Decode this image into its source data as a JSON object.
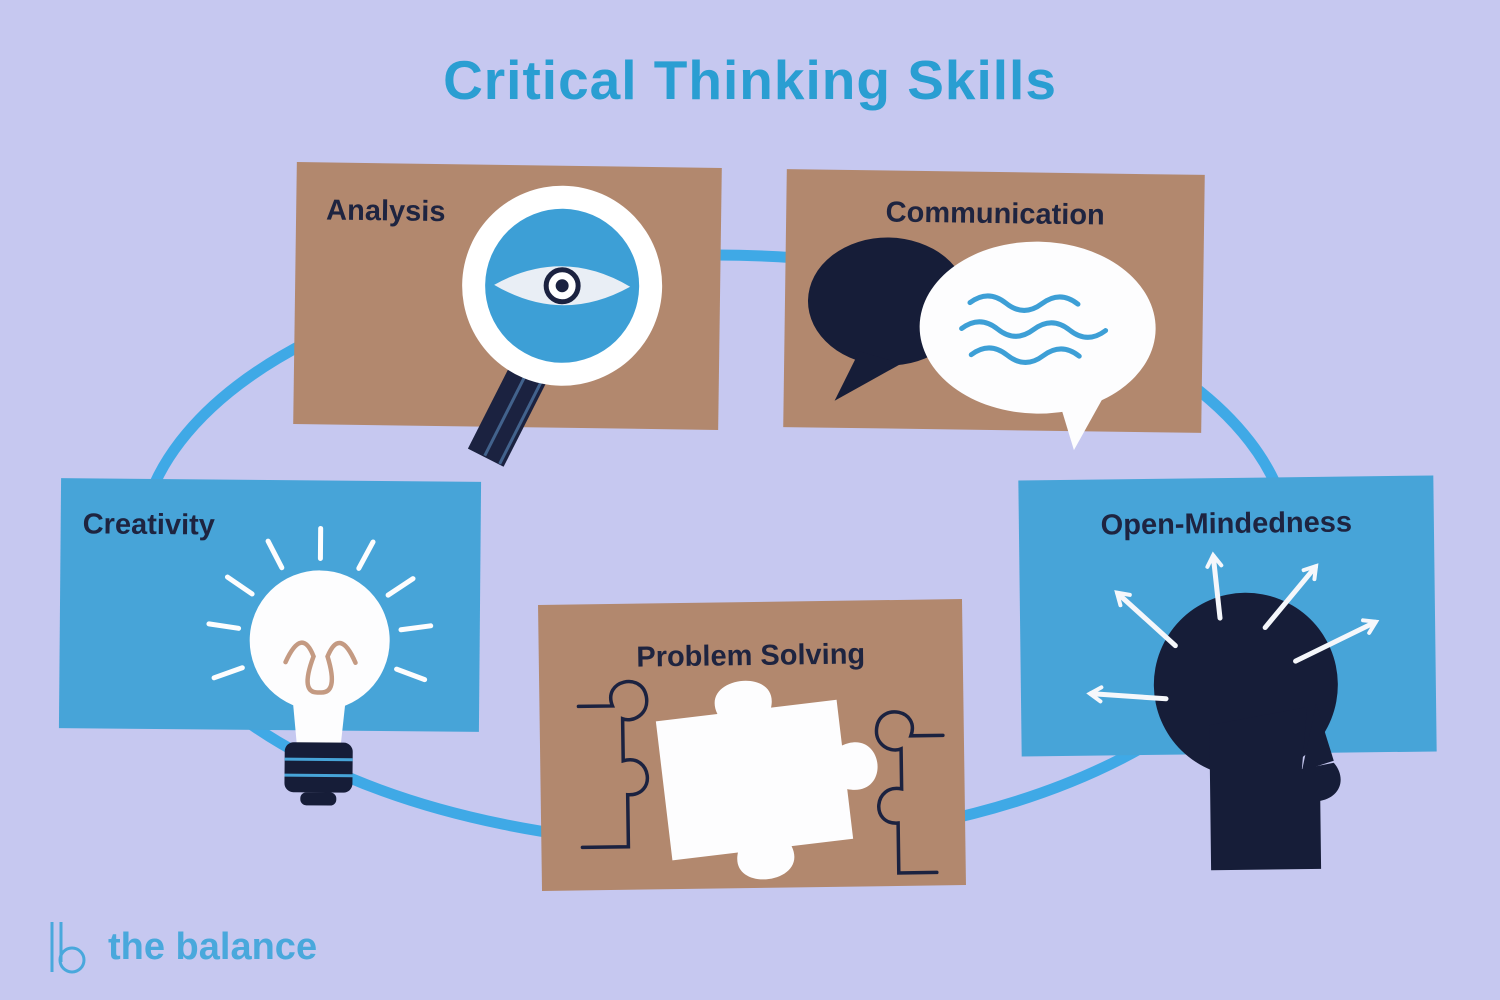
{
  "title": "Critical Thinking Skills",
  "nodes": {
    "analysis": {
      "label": "Analysis",
      "box_color": "#b2886e",
      "icon": "magnifier-eye-icon"
    },
    "communication": {
      "label": "Communication",
      "box_color": "#b2886e",
      "icon": "speech-bubbles-icon"
    },
    "creativity": {
      "label": "Creativity",
      "box_color": "#47a4d8",
      "icon": "lightbulb-icon"
    },
    "open_mindedness": {
      "label": "Open-Mindedness",
      "box_color": "#47a4d8",
      "icon": "head-arrows-icon"
    },
    "problem_solving": {
      "label": "Problem Solving",
      "box_color": "#b2886e",
      "icon": "puzzle-piece-icon"
    }
  },
  "logo": {
    "text": "the balance",
    "color": "#49a8dc"
  },
  "colors": {
    "background": "#c6c8f0",
    "title": "#2a9ed2",
    "connector_line": "#3fa9e6",
    "dark_navy": "#161d38",
    "label_text": "#1e2440",
    "icon_blue": "#3d9fd6",
    "filament_tan": "#c49a82"
  }
}
